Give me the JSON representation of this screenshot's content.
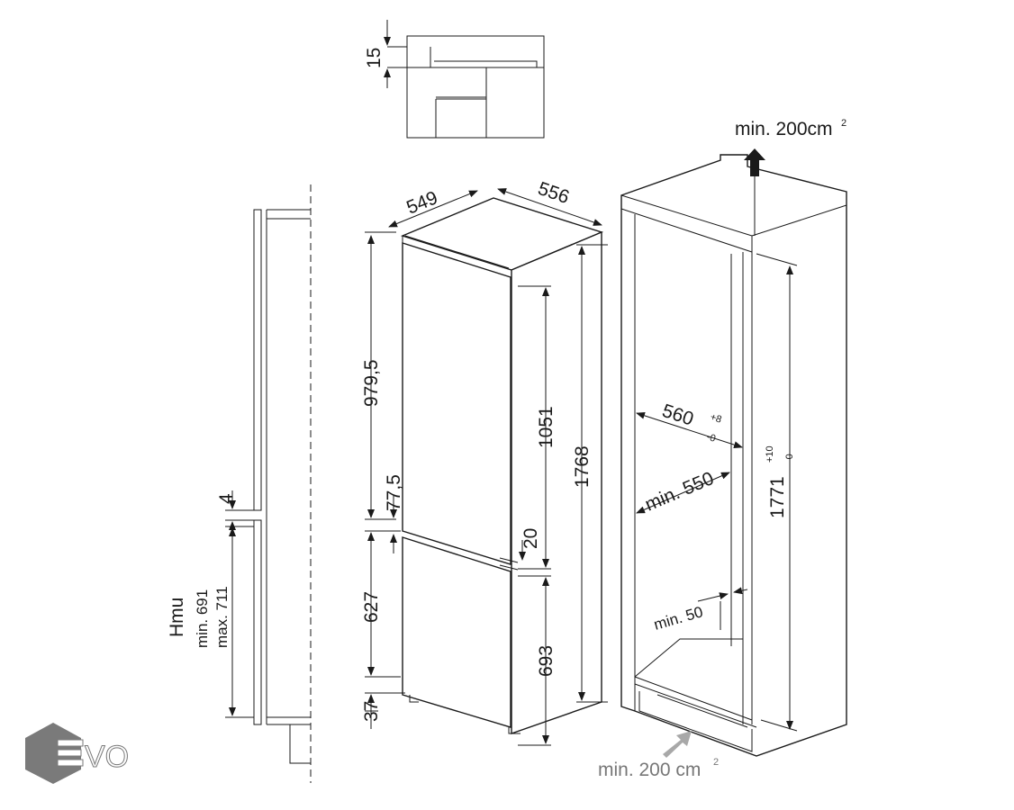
{
  "logo": {
    "text": "EVO",
    "color": "#7a7a7a"
  },
  "inset": {
    "dim_15": "15"
  },
  "side_view": {
    "gap": "4",
    "hmu": "Hmu",
    "hmu_min": "min. 691",
    "hmu_max": "max. 711"
  },
  "appliance": {
    "depth": "549",
    "width": "556",
    "upper_door": "979,5",
    "door_offset": "77,5",
    "door_gap": "20",
    "lower_door": "627",
    "plinth": "37",
    "upper_body": "1051",
    "lower_body": "693",
    "total_height": "1768"
  },
  "niche": {
    "vent_top": "min. 200cm",
    "vent_top_sup": "2",
    "width": "560",
    "width_tol_plus": "+8",
    "width_tol_minus": "-0",
    "depth": "min. 550",
    "height": "1771",
    "height_tol_plus": "+10",
    "height_tol_minus": "-0",
    "side_gap": "min. 50",
    "vent_bottom": "min. 200 cm",
    "vent_bottom_sup": "2"
  },
  "colors": {
    "line": "#1a1a1a",
    "vent_arrow": "#999999"
  }
}
